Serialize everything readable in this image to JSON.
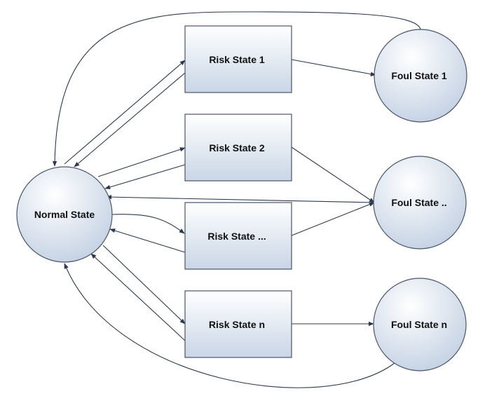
{
  "colors": {
    "node_fill_top": "#ffffff",
    "node_fill_bottom": "#c9d6e6",
    "node_stroke": "#4a5568",
    "edge": "#2b3a4f",
    "text": "#111111"
  },
  "nodes": {
    "normal": "Normal State",
    "risk_1": "Risk State 1",
    "risk_2": "Risk State 2",
    "risk_dots": "Risk State ...",
    "risk_n": "Risk State n",
    "foul_1": "Foul State 1",
    "foul_dots": "Foul State ..",
    "foul_n": "Foul State n"
  },
  "edges": [
    {
      "from": "normal",
      "to": "risk_1"
    },
    {
      "from": "risk_1",
      "to": "normal"
    },
    {
      "from": "normal",
      "to": "risk_2"
    },
    {
      "from": "risk_2",
      "to": "normal"
    },
    {
      "from": "normal",
      "to": "risk_dots"
    },
    {
      "from": "risk_dots",
      "to": "normal"
    },
    {
      "from": "normal",
      "to": "risk_n"
    },
    {
      "from": "risk_n",
      "to": "normal"
    },
    {
      "from": "risk_1",
      "to": "foul_1"
    },
    {
      "from": "risk_2",
      "to": "foul_dots"
    },
    {
      "from": "risk_dots",
      "to": "foul_dots"
    },
    {
      "from": "risk_n",
      "to": "foul_n"
    },
    {
      "from": "foul_1",
      "to": "normal"
    },
    {
      "from": "foul_dots",
      "to": "normal"
    },
    {
      "from": "foul_n",
      "to": "normal"
    }
  ]
}
